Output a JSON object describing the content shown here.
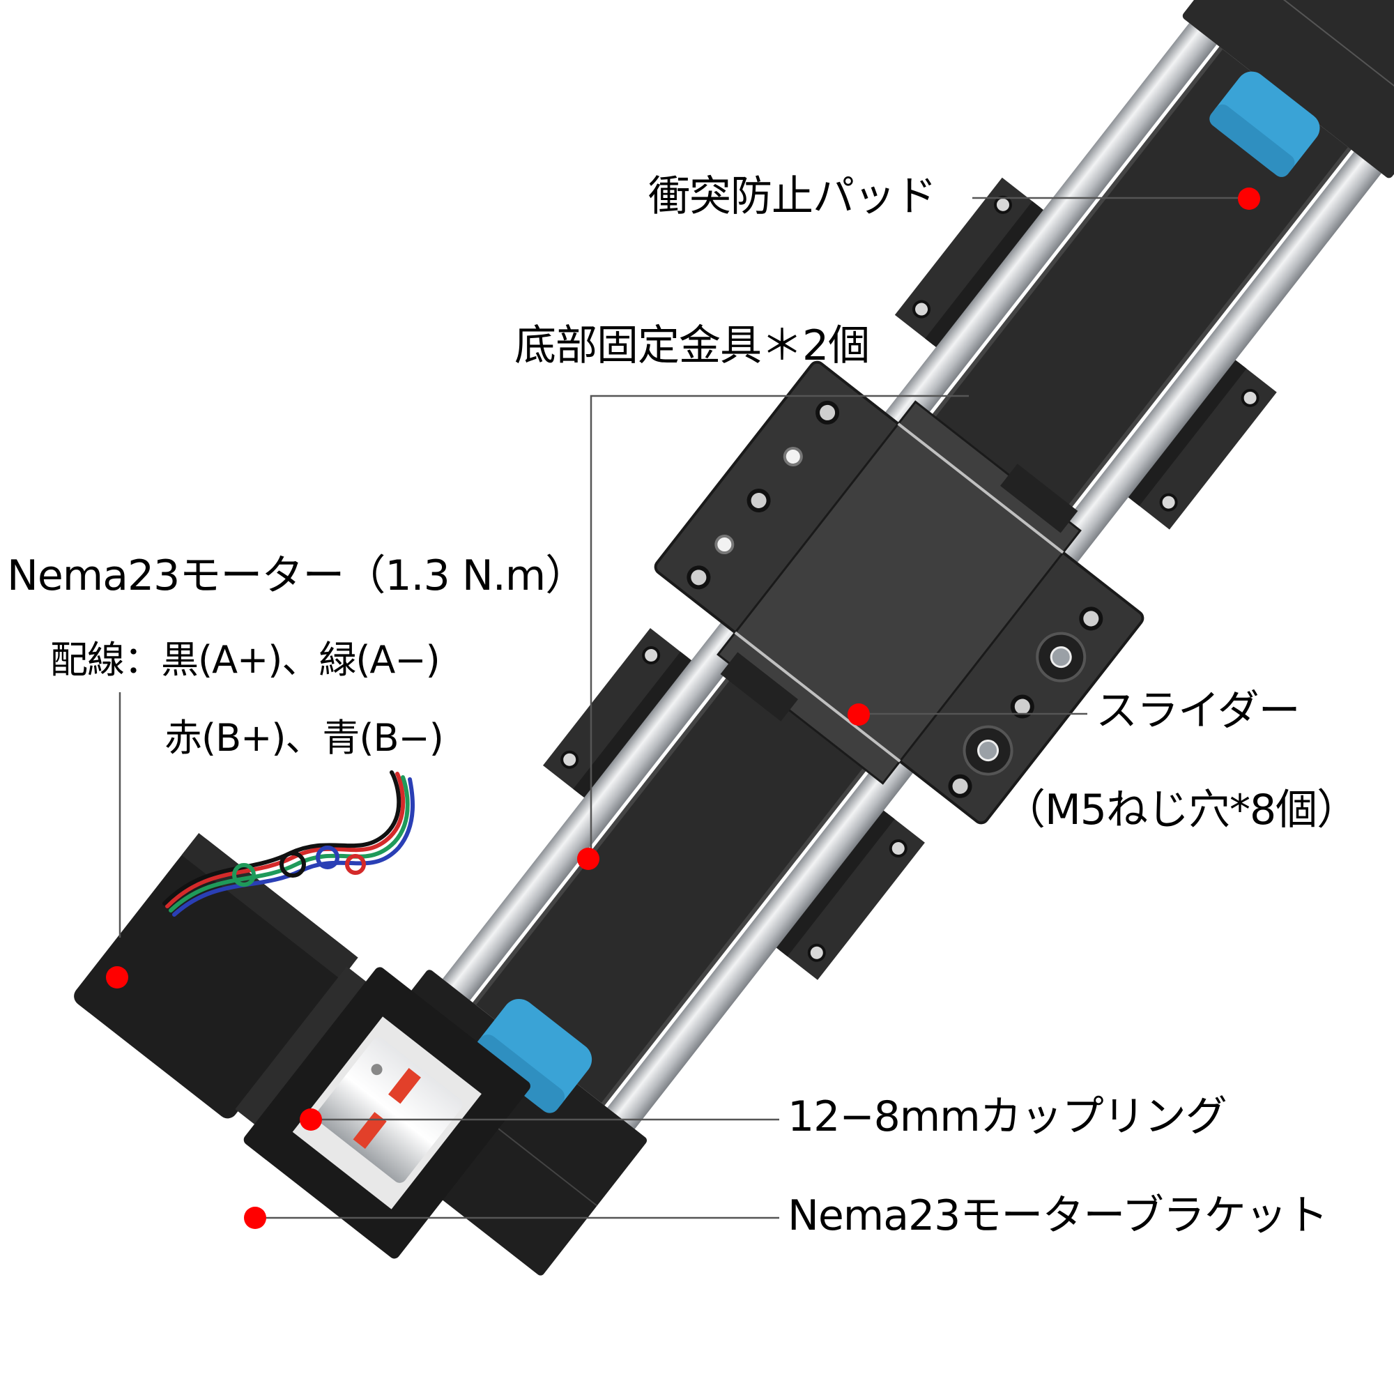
{
  "colors": {
    "marker": "#ff0000",
    "bumper": "#3aa3d6",
    "body_black": "#1c1c1c",
    "plate_gray": "#3a3a3a",
    "rail_silver": "#c9ccd0",
    "belt": "#2a2a2a",
    "leader_line": "#555555",
    "coupling_red": "#e2402a"
  },
  "labels": {
    "bumper_pad": "衝突防止パッド",
    "mounting_bracket": "底部固定金具＊2個",
    "motor_title": "Nema23モーター（1.3 N.m）",
    "wiring_line1": "配線：黒(A+)、緑(A−)",
    "wiring_line2": "赤(B+)、青(B−)",
    "slider": "スライダー",
    "slider_note": "（M5ねじ穴*8個）",
    "coupling": "12−8mmカップリング",
    "motor_bracket": "Nema23モーターブラケット"
  },
  "wire_colors": [
    "#d42a2a",
    "#1f9a5a",
    "#2a3fb5",
    "#111111"
  ]
}
